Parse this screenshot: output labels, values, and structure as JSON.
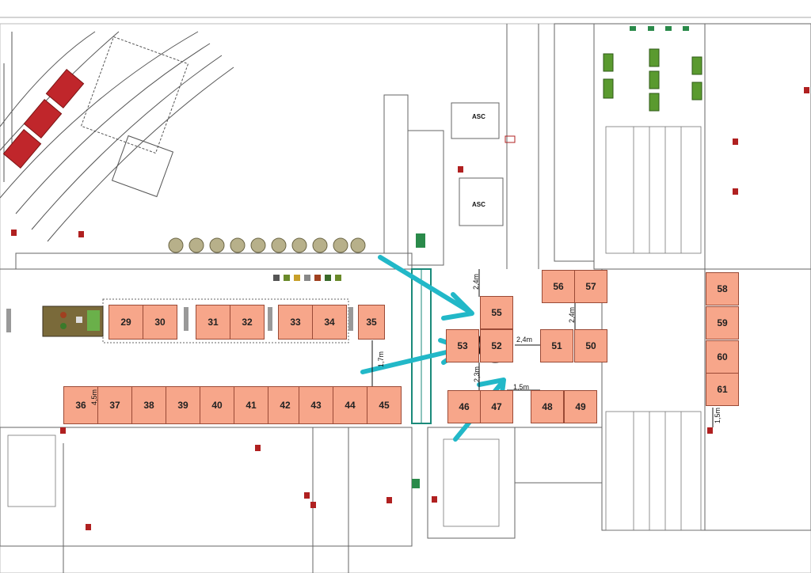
{
  "map": {
    "booth_fill": "#f7a68a",
    "arrow_color": "#22b8c8",
    "highlight_booth": "52",
    "booths": [
      "29",
      "30",
      "31",
      "32",
      "33",
      "34",
      "35",
      "36",
      "37",
      "38",
      "39",
      "40",
      "41",
      "42",
      "43",
      "44",
      "45",
      "46",
      "47",
      "48",
      "49",
      "50",
      "51",
      "52",
      "53",
      "55",
      "56",
      "57",
      "58",
      "59",
      "60",
      "61"
    ],
    "dimensions": {
      "d_24a": "2,4m",
      "d_24b": "2,4m",
      "d_24c": "2,4m",
      "d_23": "2,3m",
      "d_15a": "1,5m",
      "d_15b": "1,5m",
      "d_17": "1,7m",
      "d_45": "4,5m"
    },
    "elevator_labels": {
      "asc_top": "ASC",
      "asc_bottom": "ASC"
    }
  }
}
